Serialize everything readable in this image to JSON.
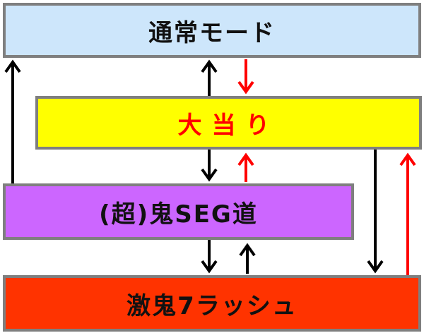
{
  "boxes": {
    "normal": "通常モード",
    "jackpot": "大当り",
    "seg": "(超)鬼SEG道",
    "rush": "激鬼7ラッシュ"
  },
  "colors": {
    "normal_bg": "#cde6fb",
    "jackpot_bg": "#ffff00",
    "jackpot_text": "#ff0000",
    "seg_bg": "#cc66ff",
    "rush_bg": "#ff3300",
    "border": "#7f7f7f",
    "arrow_black": "#000000",
    "arrow_red": "#ff0000"
  },
  "edges": [
    {
      "from": "seg",
      "to": "normal",
      "color": "black"
    },
    {
      "from": "jackpot",
      "to": "normal",
      "color": "black"
    },
    {
      "from": "normal",
      "to": "jackpot",
      "color": "red"
    },
    {
      "from": "jackpot",
      "to": "seg",
      "color": "black"
    },
    {
      "from": "seg",
      "to": "jackpot",
      "color": "red"
    },
    {
      "from": "seg",
      "to": "rush",
      "color": "black"
    },
    {
      "from": "rush",
      "to": "seg",
      "color": "black"
    },
    {
      "from": "jackpot",
      "to": "rush",
      "color": "black"
    },
    {
      "from": "rush",
      "to": "jackpot",
      "color": "red"
    }
  ]
}
